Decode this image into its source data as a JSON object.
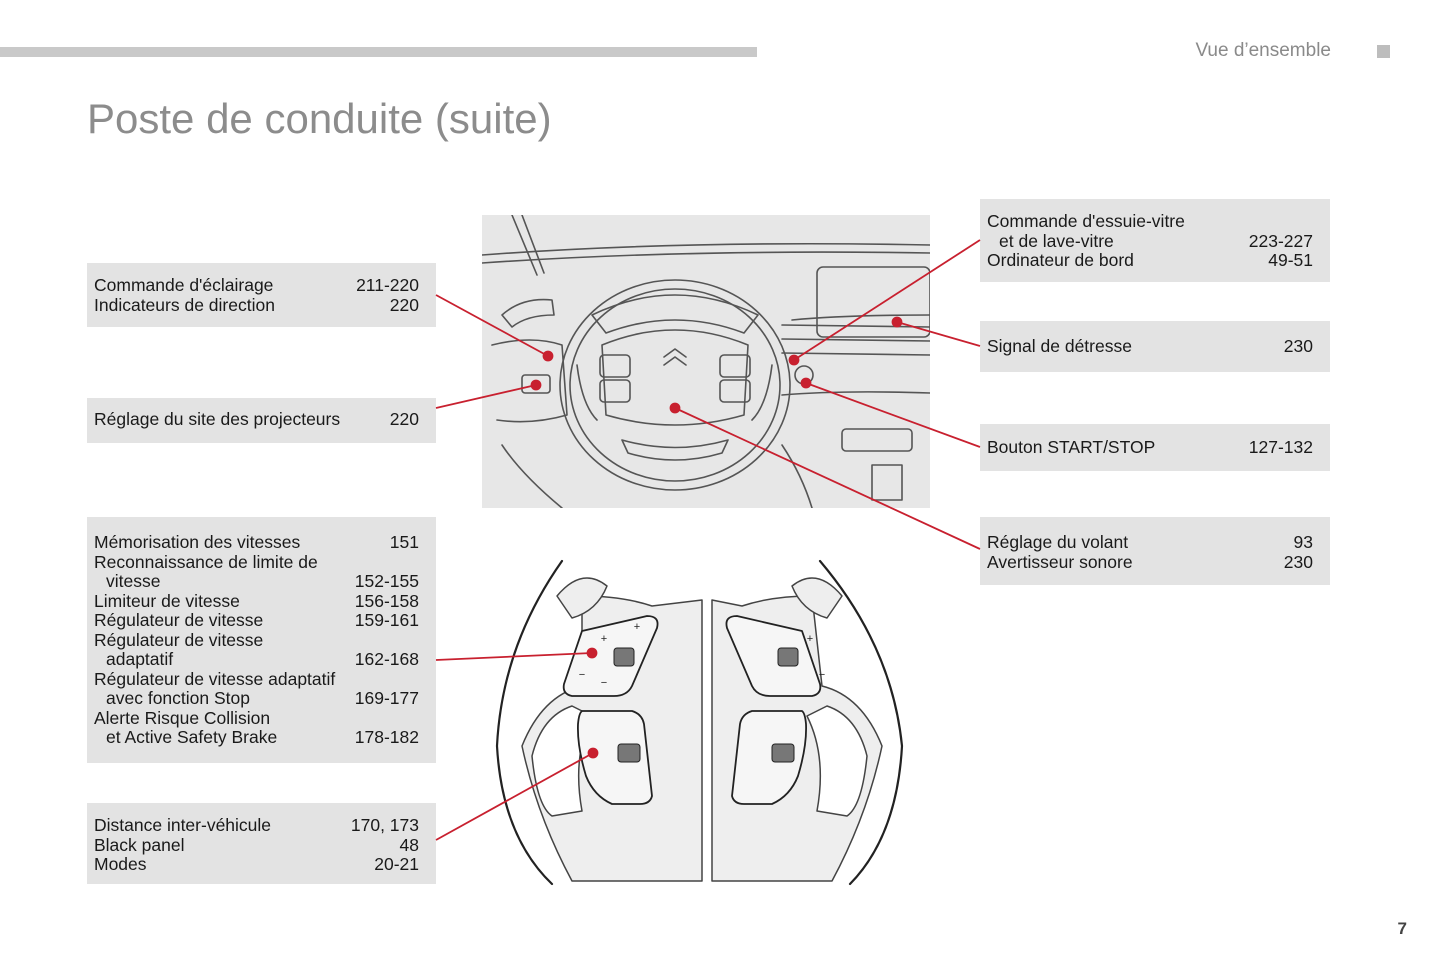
{
  "header": {
    "section": "Vue d’ensemble",
    "page_number": "7"
  },
  "title": "Poste de conduite (suite)",
  "left_boxes": [
    {
      "rows": [
        {
          "label": "Commande d'éclairage",
          "ref": "211-220",
          "indent": false
        },
        {
          "label": "Indicateurs de direction",
          "ref": "220",
          "indent": false
        }
      ]
    },
    {
      "rows": [
        {
          "label": "Réglage du site des projecteurs",
          "ref": "220",
          "indent": false
        }
      ]
    },
    {
      "rows": [
        {
          "label": "Mémorisation des vitesses",
          "ref": "151",
          "indent": false
        },
        {
          "label": "Reconnaissance de limite de",
          "ref": "",
          "indent": false
        },
        {
          "label": "vitesse",
          "ref": "152-155",
          "indent": true
        },
        {
          "label": "Limiteur de vitesse",
          "ref": "156-158",
          "indent": false
        },
        {
          "label": "Régulateur de vitesse",
          "ref": "159-161",
          "indent": false
        },
        {
          "label": "Régulateur de vitesse",
          "ref": "",
          "indent": false
        },
        {
          "label": "adaptatif",
          "ref": "162-168",
          "indent": true
        },
        {
          "label": "Régulateur de vitesse adaptatif",
          "ref": "",
          "indent": false
        },
        {
          "label": "avec fonction Stop",
          "ref": "169-177",
          "indent": true
        },
        {
          "label": "Alerte Risque Collision",
          "ref": "",
          "indent": false
        },
        {
          "label": "et Active Safety Brake",
          "ref": "178-182",
          "indent": true
        }
      ]
    },
    {
      "rows": [
        {
          "label": "Distance inter-véhicule",
          "ref": "170, 173",
          "indent": false
        },
        {
          "label": "Black panel",
          "ref": "48",
          "indent": false
        },
        {
          "label": "Modes",
          "ref": "20-21",
          "indent": false
        }
      ]
    }
  ],
  "right_boxes": [
    {
      "rows": [
        {
          "label": "Commande d'essuie-vitre",
          "ref": "",
          "indent": false
        },
        {
          "label": "et de lave-vitre",
          "ref": "223-227",
          "indent": true
        },
        {
          "label": "Ordinateur de bord",
          "ref": "49-51",
          "indent": false
        }
      ]
    },
    {
      "rows": [
        {
          "label": "Signal de détresse",
          "ref": "230",
          "indent": false
        }
      ]
    },
    {
      "rows": [
        {
          "label": "Bouton START/STOP",
          "ref": "127-132",
          "indent": false
        }
      ]
    },
    {
      "rows": [
        {
          "label": "Réglage du volant",
          "ref": "93",
          "indent": false
        },
        {
          "label": "Avertisseur sonore",
          "ref": "230",
          "indent": false
        }
      ]
    }
  ],
  "colors": {
    "callout": "#c8202f",
    "box_bg": "#e3e3e3",
    "title": "#8c8c8c"
  }
}
